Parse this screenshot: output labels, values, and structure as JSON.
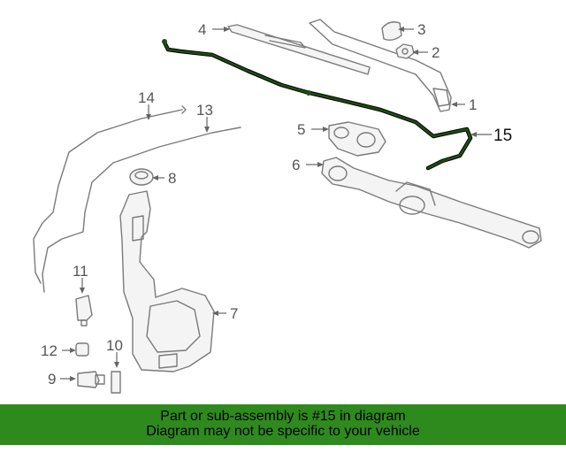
{
  "callouts": {
    "c1": "1",
    "c2": "2",
    "c3": "3",
    "c4": "4",
    "c5": "5",
    "c6": "6",
    "c7": "7",
    "c8": "8",
    "c9": "9",
    "c10": "10",
    "c11": "11",
    "c12": "12",
    "c13": "13",
    "c14": "14",
    "c15": "15"
  },
  "banner": {
    "line1": "Part or sub-assembly is #15 in diagram",
    "line2": "Diagram may not be specific to your vehicle"
  },
  "colors": {
    "highlight_part": "#1f4d14",
    "banner": "#2f8a1e",
    "line_art": "#7a7a7a"
  }
}
